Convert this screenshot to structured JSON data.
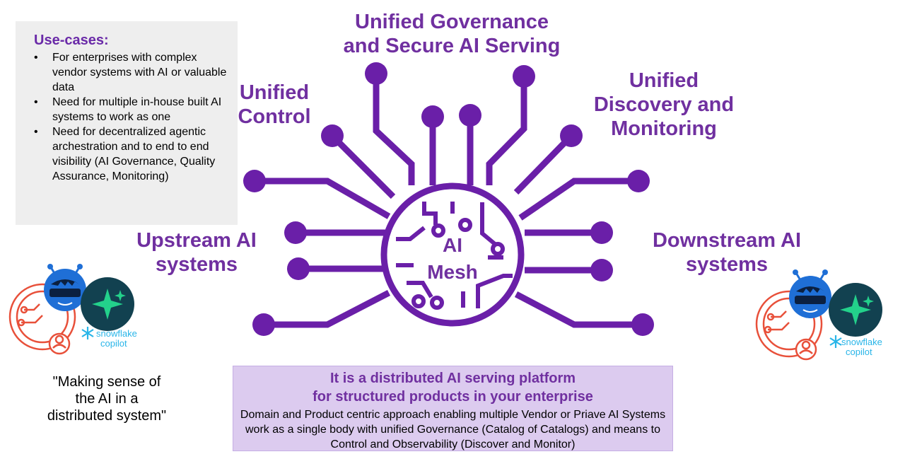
{
  "usecases": {
    "title": "Use-cases:",
    "items": [
      "For enterprises with complex vendor systems with AI or valuable data",
      "Need for multiple in-house built AI systems to work as one",
      "Need for decentralized agentic archestration and to end to end visibility (AI Governance, Quality Assurance, Monitoring)"
    ]
  },
  "headings": {
    "governance": "Unified Governance and Secure AI Serving",
    "control": "Unified Control",
    "discovery": "Unified Discovery and Monitoring",
    "upstream": "Upstream AI systems",
    "downstream": "Downstream AI systems"
  },
  "mesh": {
    "line1": "AI",
    "line2": "Mesh"
  },
  "quote": "\"Making sense of the AI in a distributed system\"",
  "summary": {
    "title_line1": "It is a distributed AI serving platform",
    "title_line2": "for structured products in your enterprise",
    "body": "Domain and Product centric approach enabling multiple Vendor or Priave AI Systems work as a single body with unified Governance (Catalog of Catalogs) and means to Control and Observability (Discover and Monitor)"
  },
  "logos": {
    "snowflake_word": "snowflake",
    "copilot_word": "copilot"
  },
  "colors": {
    "accent": "#7030a0",
    "mesh_purple": "#6a1fa8",
    "box_gray": "#eeeeee",
    "summary_bg": "#dccbef",
    "robot_blue": "#1f6fd6",
    "circuit_red": "#e8503a",
    "copilot_dark": "#124150",
    "spark_green": "#23d18b",
    "snowflake_blue": "#29b5e8"
  }
}
